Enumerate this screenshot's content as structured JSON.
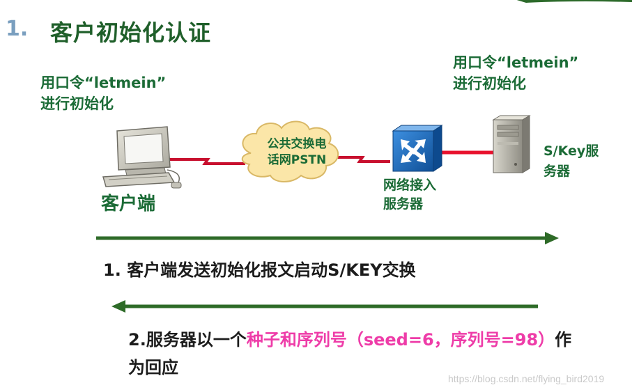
{
  "title": {
    "number": "1.",
    "text": "客户初始化认证"
  },
  "client": {
    "init_line1": "用口令“letmein”",
    "init_line2": "进行初始化",
    "label": "客户端"
  },
  "server": {
    "init_line1": "用口令“letmein”",
    "init_line2": "进行初始化",
    "label_line1": "S/Key服",
    "label_line2": "务器"
  },
  "cloud": {
    "line1": "公共交换电",
    "line2": "话网PSTN"
  },
  "nas": {
    "line1": "网络接入",
    "line2": "服务器"
  },
  "messages": {
    "step1": "1. 客户端发送初始化报文启动S/KEY交换",
    "step2_prefix": "2.服务器以一个",
    "step2_highlight": "种子和序列号（seed=6，序列号=98）",
    "step2_suffix": "作为回应"
  },
  "watermark": "https://blog.csdn.net/flying_bird2019",
  "colors": {
    "title_green": "#1f5f2a",
    "label_green": "#1b6b36",
    "arrow_green": "#2e6b28",
    "link_red": "#c8102e",
    "highlight_magenta": "#ee3ca8",
    "cloud_fill": "#fbe6a8",
    "nas_blue": "#1d6fc1"
  }
}
